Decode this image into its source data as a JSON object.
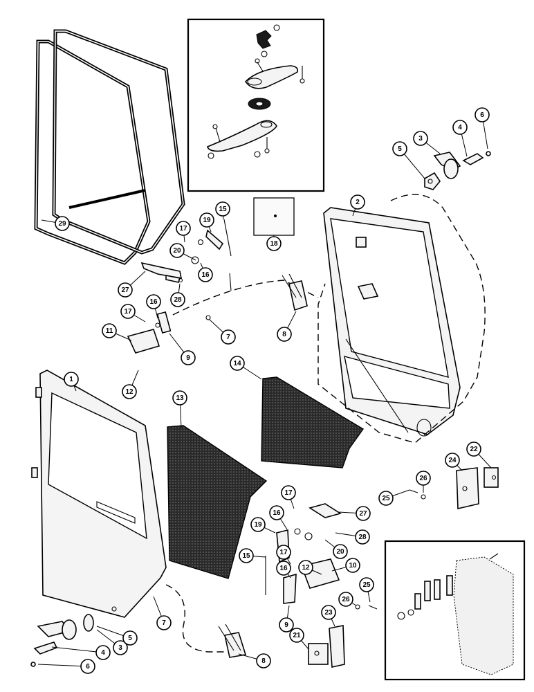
{
  "callouts": [
    {
      "id": "c1",
      "label": "1"
    },
    {
      "id": "c2",
      "label": "2"
    },
    {
      "id": "c3a",
      "label": "3"
    },
    {
      "id": "c3b",
      "label": "3"
    },
    {
      "id": "c4a",
      "label": "4"
    },
    {
      "id": "c4b",
      "label": "4"
    },
    {
      "id": "c5a",
      "label": "5"
    },
    {
      "id": "c5b",
      "label": "5"
    },
    {
      "id": "c6a",
      "label": "6"
    },
    {
      "id": "c6b",
      "label": "6"
    },
    {
      "id": "c7a",
      "label": "7"
    },
    {
      "id": "c7b",
      "label": "7"
    },
    {
      "id": "c8a",
      "label": "8"
    },
    {
      "id": "c8b",
      "label": "8"
    },
    {
      "id": "c9a",
      "label": "9"
    },
    {
      "id": "c9b",
      "label": "9"
    },
    {
      "id": "c10",
      "label": "10"
    },
    {
      "id": "c11",
      "label": "11"
    },
    {
      "id": "c12a",
      "label": "12"
    },
    {
      "id": "c12b",
      "label": "12"
    },
    {
      "id": "c13",
      "label": "13"
    },
    {
      "id": "c14",
      "label": "14"
    },
    {
      "id": "c15a",
      "label": "15"
    },
    {
      "id": "c15b",
      "label": "15"
    },
    {
      "id": "c16a",
      "label": "16"
    },
    {
      "id": "c16b",
      "label": "16"
    },
    {
      "id": "c16c",
      "label": "16"
    },
    {
      "id": "c16d",
      "label": "16"
    },
    {
      "id": "c17a",
      "label": "17"
    },
    {
      "id": "c17b",
      "label": "17"
    },
    {
      "id": "c17c",
      "label": "17"
    },
    {
      "id": "c17d",
      "label": "17"
    },
    {
      "id": "c18",
      "label": "18"
    },
    {
      "id": "c19a",
      "label": "19"
    },
    {
      "id": "c19b",
      "label": "19"
    },
    {
      "id": "c20a",
      "label": "20"
    },
    {
      "id": "c20b",
      "label": "20"
    },
    {
      "id": "c21",
      "label": "21"
    },
    {
      "id": "c22",
      "label": "22"
    },
    {
      "id": "c23",
      "label": "23"
    },
    {
      "id": "c24",
      "label": "24"
    },
    {
      "id": "c25a",
      "label": "25"
    },
    {
      "id": "c25b",
      "label": "25"
    },
    {
      "id": "c26a",
      "label": "26"
    },
    {
      "id": "c26b",
      "label": "26"
    },
    {
      "id": "c27a",
      "label": "27"
    },
    {
      "id": "c27b",
      "label": "27"
    },
    {
      "id": "c28a",
      "label": "28"
    },
    {
      "id": "c28b",
      "label": "28"
    },
    {
      "id": "c29",
      "label": "29"
    }
  ]
}
